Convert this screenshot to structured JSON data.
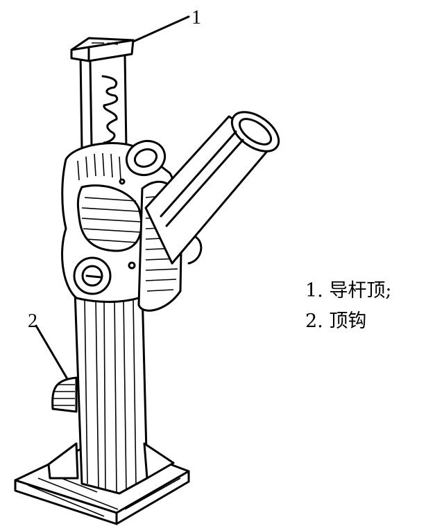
{
  "figure": {
    "callouts": [
      {
        "number": "1"
      },
      {
        "number": "2"
      }
    ],
    "legend": [
      {
        "label": "1. 导杆顶;"
      },
      {
        "label": "2. 顶钩"
      }
    ],
    "ink_color": "#000000",
    "background_color": "#ffffff"
  }
}
